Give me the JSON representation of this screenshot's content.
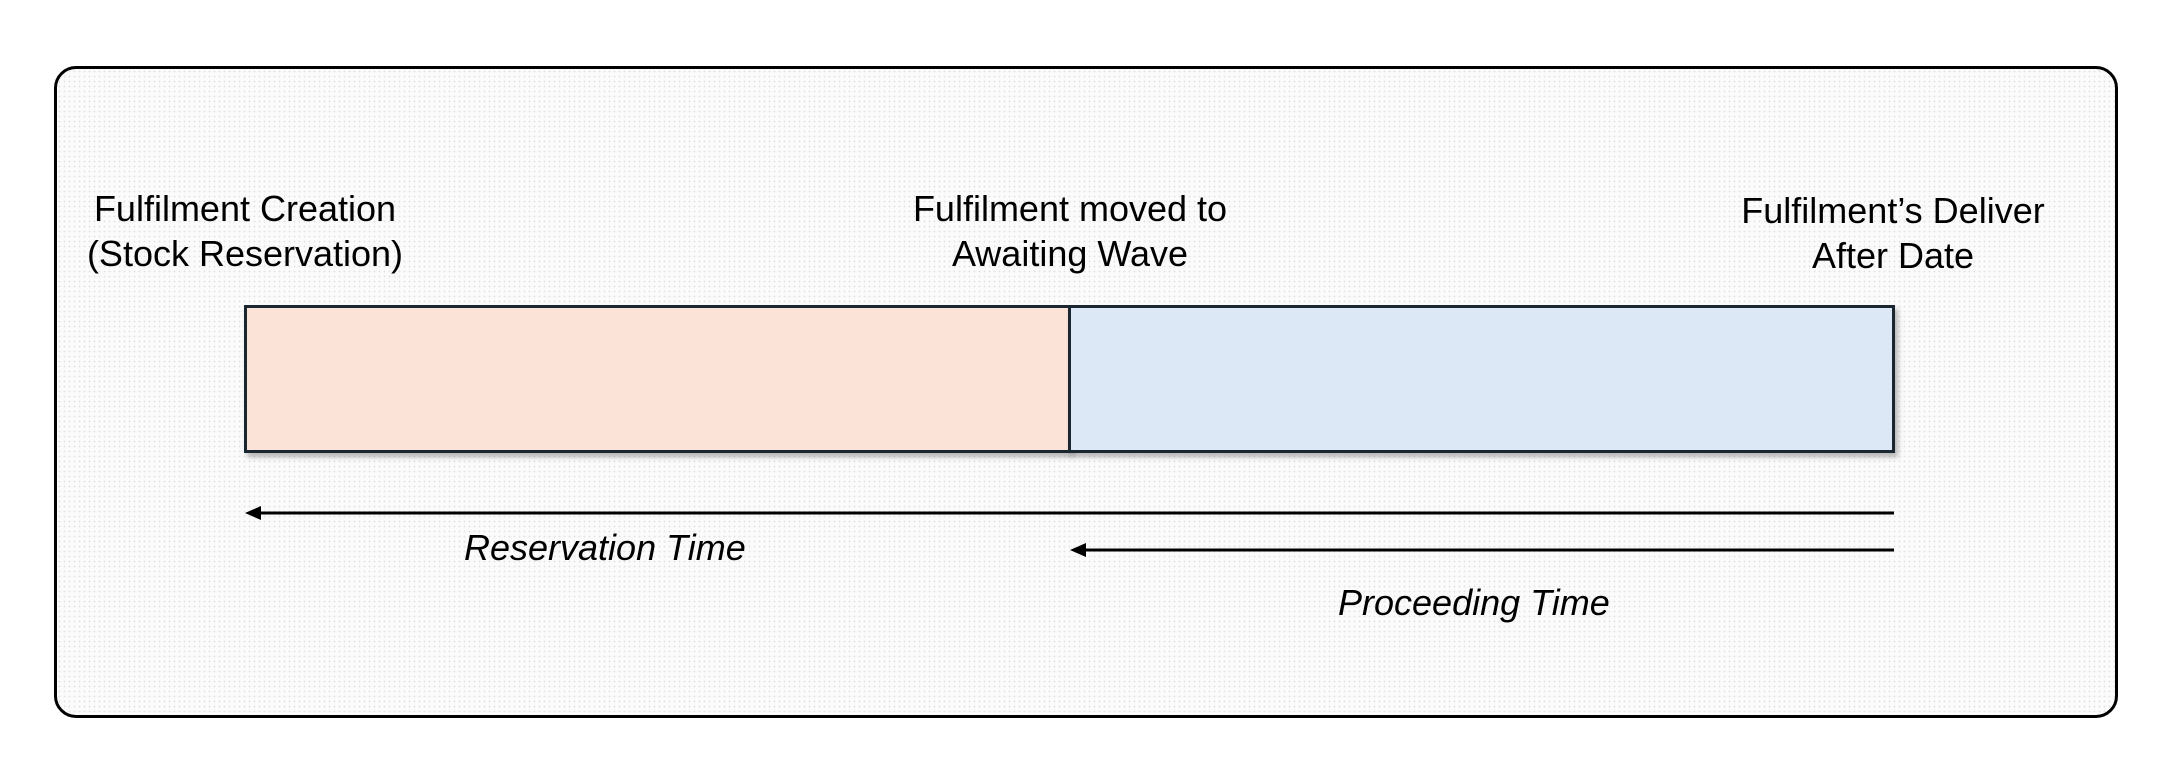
{
  "diagram": {
    "milestones": {
      "creation": [
        "Fulfilment Creation",
        "(Stock Reservation)"
      ],
      "moved": [
        "Fulfilment moved to",
        "Awaiting Wave"
      ],
      "deliver": [
        "Fulfilment’s Deliver",
        "After Date"
      ]
    },
    "phases": {
      "reservation": {
        "color": "#fbe3d8"
      },
      "proceeding": {
        "color": "#dce8f6"
      }
    },
    "arrows": {
      "reservation_label": "Reservation Time",
      "proceeding_label": "Proceeding Time"
    }
  }
}
